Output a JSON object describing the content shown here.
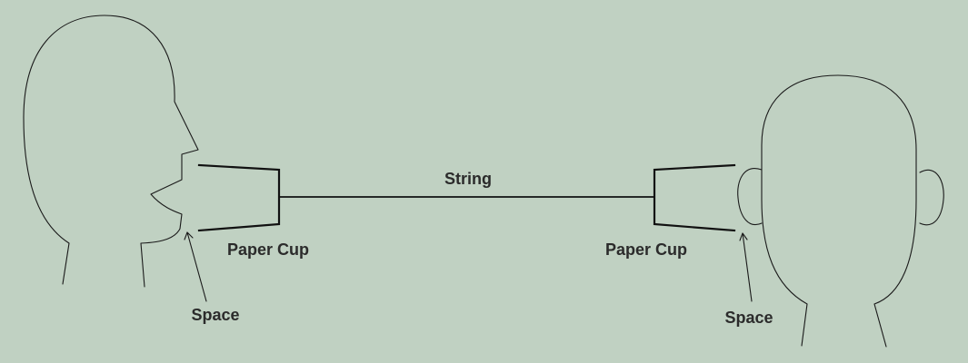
{
  "labels": {
    "string": "String",
    "paper_cup_left": "Paper Cup",
    "paper_cup_right": "Paper Cup",
    "space_left": "Space",
    "space_right": "Space"
  },
  "colors": {
    "background": "#c0d1c2",
    "line": "#1a1a1a",
    "text": "#2b2b2b"
  }
}
